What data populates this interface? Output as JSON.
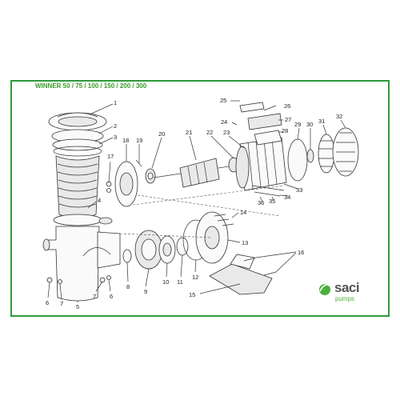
{
  "title": "WINNER 50 / 75 / 100 / 150 / 200 / 300",
  "part_numbers": [
    "1",
    "2",
    "3",
    "4",
    "5",
    "6",
    "7",
    "8",
    "9",
    "10",
    "11",
    "12",
    "13",
    "14",
    "15",
    "16",
    "17",
    "18",
    "19",
    "20",
    "21",
    "22",
    "23",
    "24",
    "25",
    "26",
    "27",
    "28",
    "29",
    "30",
    "31",
    "32",
    "33",
    "34",
    "35",
    "36"
  ],
  "extra_labels": {
    "label_6b": "6",
    "label_7b": "7"
  },
  "logo": {
    "brand": "saci",
    "sub": "pumps",
    "color": "#4caf3a"
  },
  "colors": {
    "frame": "#2e9a3a",
    "title": "#3a9a2a",
    "line": "#333333"
  }
}
